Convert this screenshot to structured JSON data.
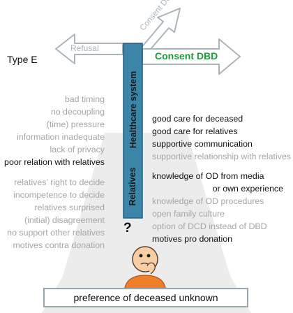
{
  "type_label": "Type E",
  "arrows": {
    "refusal": "Refusal",
    "consent_dcd": "Consent DCD",
    "consent_dbd": "Consent DBD"
  },
  "pillar": {
    "top_label": "Healthcare system",
    "bottom_label": "Relatives"
  },
  "left_factors_top": [
    {
      "text": "bad timing",
      "tone": "gray"
    },
    {
      "text": "no decoupling",
      "tone": "gray"
    },
    {
      "text": "(time) pressure",
      "tone": "gray"
    },
    {
      "text": "information inadequate",
      "tone": "gray"
    },
    {
      "text": "lack of privacy",
      "tone": "gray"
    },
    {
      "text": "poor relation with relatives",
      "tone": "black"
    }
  ],
  "left_factors_bottom": [
    {
      "text": "relatives’ right to decide",
      "tone": "gray"
    },
    {
      "text": "incompetence to decide",
      "tone": "gray"
    },
    {
      "text": "relatives surprised",
      "tone": "gray"
    },
    {
      "text": "(initial) disagreement",
      "tone": "gray"
    },
    {
      "text": "no support other relatives",
      "tone": "gray"
    },
    {
      "text": "motives contra donation",
      "tone": "gray"
    }
  ],
  "right_factors_top": [
    {
      "text": "good care for deceased",
      "tone": "black"
    },
    {
      "text": "good care for relatives",
      "tone": "black"
    },
    {
      "text": "supportive communication",
      "tone": "black"
    },
    {
      "text": "supportive relationship with relatives",
      "tone": "gray"
    }
  ],
  "right_factors_bottom": [
    {
      "text": "knowledge of OD from media",
      "tone": "black"
    },
    {
      "text": "or own experience",
      "tone": "black"
    },
    {
      "text": "knowledge of OD procedures",
      "tone": "gray"
    },
    {
      "text": "open family culture",
      "tone": "gray"
    },
    {
      "text": "option of DCD instead of DBD",
      "tone": "gray"
    },
    {
      "text": "motives pro donation",
      "tone": "black"
    }
  ],
  "question_mark": "?",
  "bottom_box": "preference of deceased unknown",
  "colors": {
    "pillar_fill": "#3b86a8",
    "pillar_stroke": "#245e78",
    "arrow_outline": "#a9b4bb",
    "consent_dbd": "#1f9a3c",
    "factor_gray": "#a6a6a6",
    "funnel": "#ececec"
  }
}
